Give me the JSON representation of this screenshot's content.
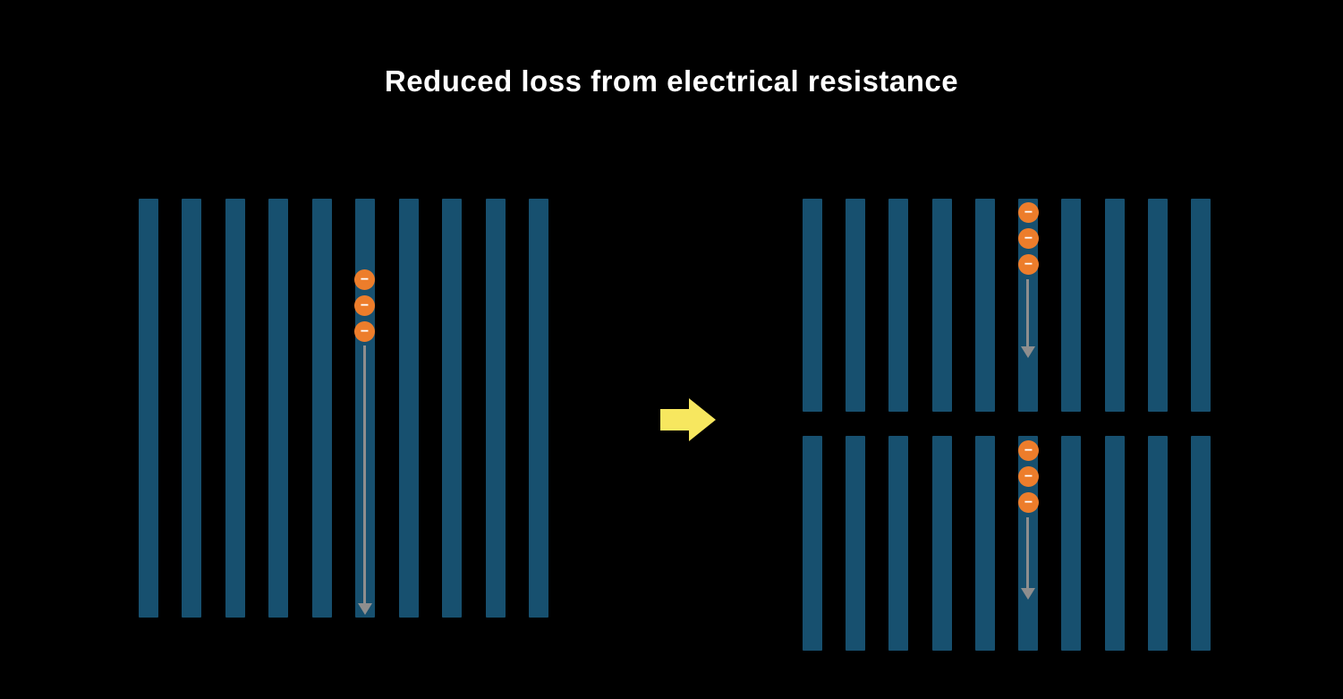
{
  "title": "Reduced loss from electrical resistance",
  "electron_symbol": "−",
  "colors": {
    "background": "#000000",
    "bar": "#17506f",
    "electron": "#ed7d2b",
    "electron_symbol": "#ffffff",
    "flow_arrow": "#8e8e8e",
    "transform_arrow": "#f7e75f",
    "title_text": "#ffffff"
  },
  "full_cell": {
    "bar_count": 10,
    "electron_count": 3,
    "electron_bar_index": 6
  },
  "half_cut_top": {
    "bar_count": 10,
    "electron_count": 3,
    "electron_bar_index": 6
  },
  "half_cut_bottom": {
    "bar_count": 10,
    "electron_count": 3,
    "electron_bar_index": 6
  }
}
